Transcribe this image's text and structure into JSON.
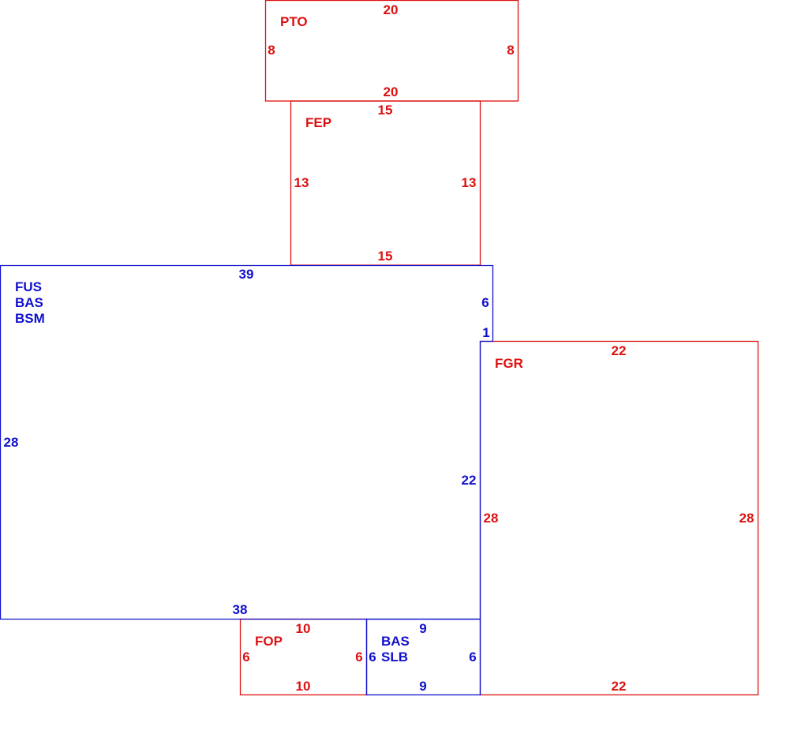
{
  "colors": {
    "red": "#dd1111",
    "blue": "#1111cc"
  },
  "sections": {
    "pto": {
      "labels": [
        "PTO"
      ],
      "top": "20",
      "bottom": "20",
      "left": "8",
      "right": "8"
    },
    "fep": {
      "labels": [
        "FEP"
      ],
      "top": "15",
      "bottom": "15",
      "left": "13",
      "right": "13"
    },
    "main": {
      "labels": [
        "FUS",
        "BAS",
        "BSM"
      ],
      "top": "39",
      "bottom": "38",
      "left": "28",
      "right_upper": "6",
      "right_step": "1",
      "right_lower": "22"
    },
    "fgr": {
      "labels": [
        "FGR"
      ],
      "top": "22",
      "bottom": "22",
      "left": "28",
      "right": "28"
    },
    "fop": {
      "labels": [
        "FOP"
      ],
      "top": "10",
      "bottom": "10",
      "left": "6",
      "right": "6"
    },
    "slab": {
      "labels": [
        "BAS",
        "SLB"
      ],
      "top": "9",
      "bottom": "9",
      "left": "6",
      "right": "6"
    }
  }
}
